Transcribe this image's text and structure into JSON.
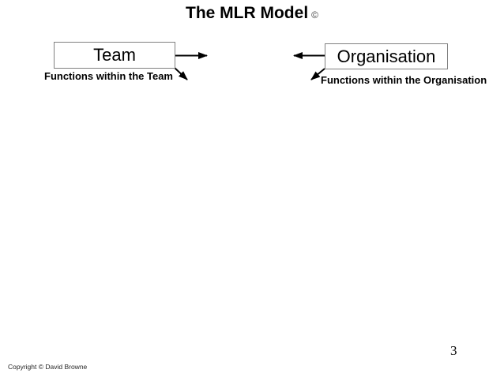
{
  "slide": {
    "title": "The MLR Model",
    "title_symbol": "©",
    "page_number": "3",
    "copyright": "Copyright ©  David Browne"
  },
  "diagram": {
    "team_box_label": "Team",
    "organisation_box_label": "Organisation",
    "team_functions_label": "Functions within the Team",
    "organisation_functions_label": "Functions within the Organisation"
  },
  "colors": {
    "box_border": "#808080",
    "arrow": "#000000",
    "title_text": "#000000",
    "background": "#ffffff"
  }
}
